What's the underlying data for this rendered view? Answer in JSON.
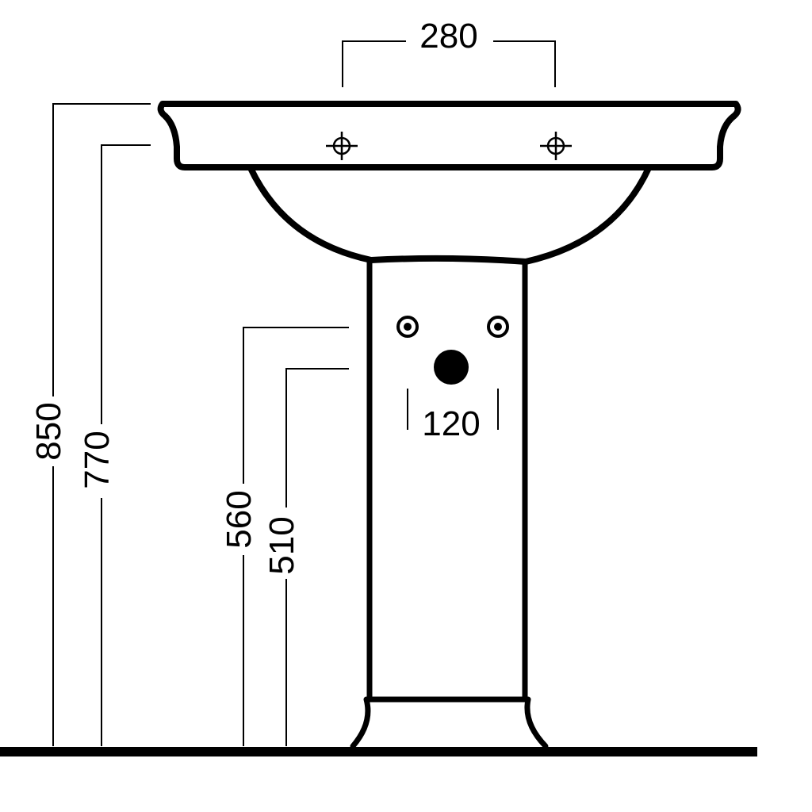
{
  "dimensions": {
    "tap_spacing": "280",
    "overall_height": "850",
    "basin_underside_height": "770",
    "supply_height": "560",
    "waste_height": "510",
    "supply_spacing": "120"
  },
  "colors": {
    "line": "#000000",
    "background": "#ffffff"
  }
}
